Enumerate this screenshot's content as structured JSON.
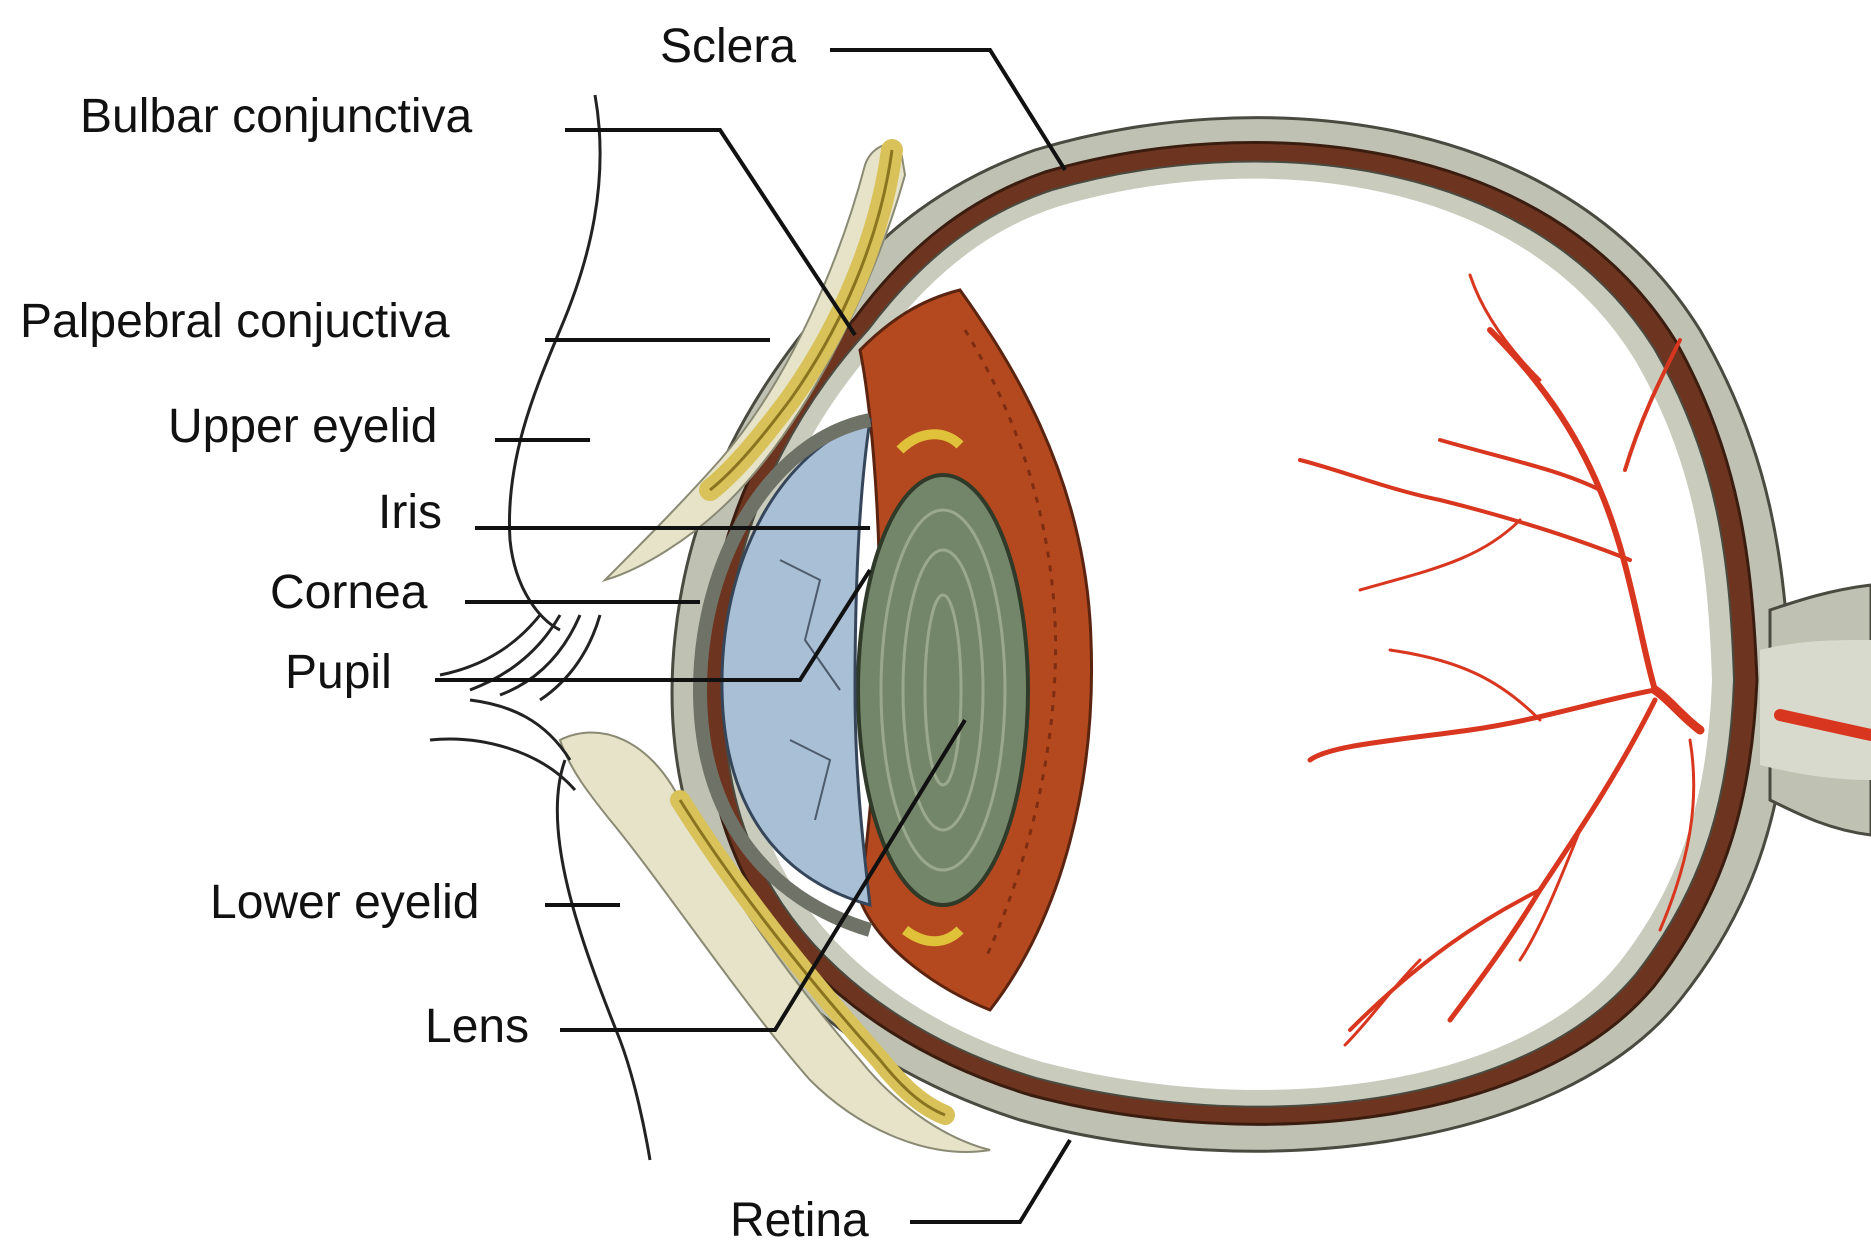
{
  "labels": {
    "sclera": "Sclera",
    "bulbar_conjunctiva": "Bulbar conjunctiva",
    "palpebral_conjunctiva": "Palpebral conjuctiva",
    "upper_eyelid": "Upper eyelid",
    "iris": "Iris",
    "cornea": "Cornea",
    "pupil": "Pupil",
    "lower_eyelid": "Lower eyelid",
    "lens": "Lens",
    "retina": "Retina"
  },
  "colors": {
    "sclera": "#b9bcae",
    "choroid": "#7a3a22",
    "iris": "#b2451d",
    "cornea_fluid": "#a9bfd6",
    "lens": "#6f8064",
    "eyelid": "#d9c25a",
    "vessels": "#d9361f"
  }
}
